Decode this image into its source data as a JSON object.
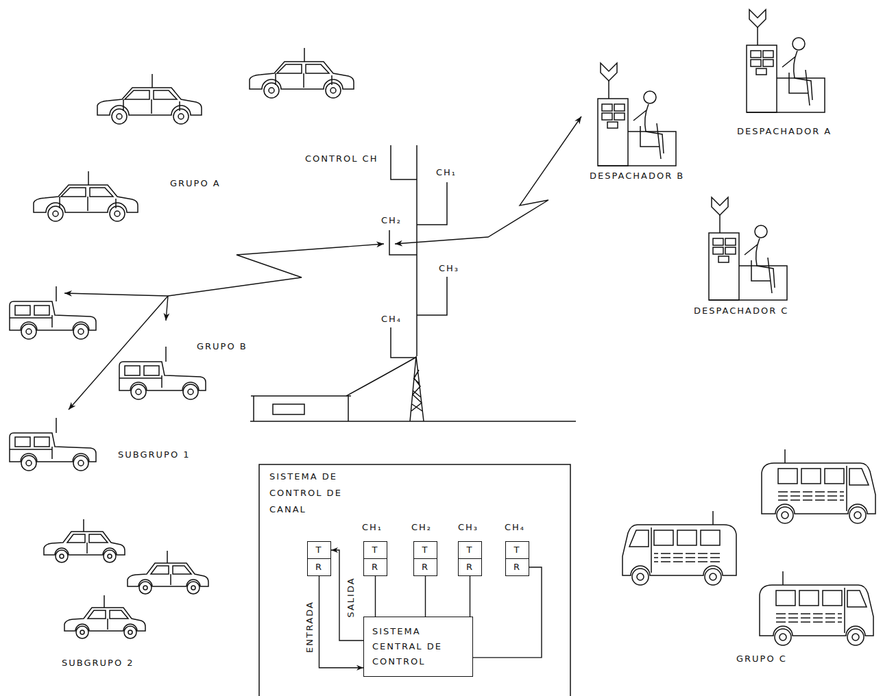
{
  "diagram": {
    "nodes": [
      {
        "text": [
          "T"
        ]
      },
      {
        "text": [
          "R"
        ]
      },
      {
        "text": [
          "T"
        ]
      },
      {
        "text": [
          "R"
        ]
      },
      {
        "text": [
          "T"
        ]
      },
      {
        "text": [
          "R"
        ]
      },
      {
        "text": [
          "T"
        ]
      },
      {
        "text": [
          "R"
        ]
      },
      {
        "text": [
          "T"
        ]
      },
      {
        "text": [
          "R"
        ]
      },
      {
        "text": [
          "SISTEMA CENTRAL DE CONTROL"
        ]
      }
    ],
    "edges": [
      {
        "from": 1,
        "to": 10,
        "arrow": "to",
        "label": "ENTRADA"
      },
      {
        "from": 10,
        "to": 0,
        "arrow": "to",
        "label": "SALIDA"
      },
      {
        "from": 3,
        "to": 10,
        "arrow": "none"
      },
      {
        "from": 5,
        "to": 10,
        "arrow": "none"
      },
      {
        "from": 7,
        "to": 10,
        "arrow": "none"
      },
      {
        "from": 9,
        "to": 10,
        "arrow": "none"
      }
    ],
    "labels": [
      "DESPACHADOR A",
      "CONTROL CH",
      "CH₁",
      "DESPACHADOR B",
      "GRUPO A",
      "CH₂",
      "CH₃",
      "DESPACHADOR C",
      "CH₄",
      "GRUPO B",
      "SUBGRUPO 1",
      "SISTEMA DE CONTROL DE CANAL",
      "CH₁",
      "CH₂",
      "CH₃",
      "CH₄",
      "SUBGRUPO 2",
      "GRUPO C"
    ]
  }
}
